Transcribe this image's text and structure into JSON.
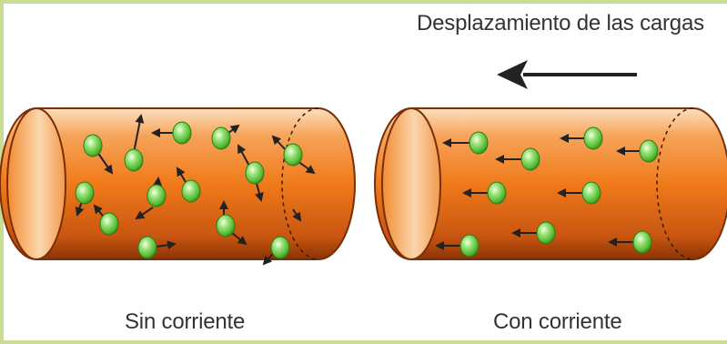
{
  "labels": {
    "direction": "Desplazamiento de las cargas",
    "left_cylinder": "Sin corriente",
    "right_cylinder": "Con corriente"
  },
  "colors": {
    "background": "#ffffff",
    "cylinder_light": "#fbd0a0",
    "cylinder_mid": "#f07a1a",
    "cylinder_dark": "#8a3306",
    "particle": "#6fd04a",
    "arrow": "#222222",
    "frame": "#c9dd92"
  },
  "icons": {
    "charge": "green-sphere",
    "direction": "left-arrow"
  }
}
